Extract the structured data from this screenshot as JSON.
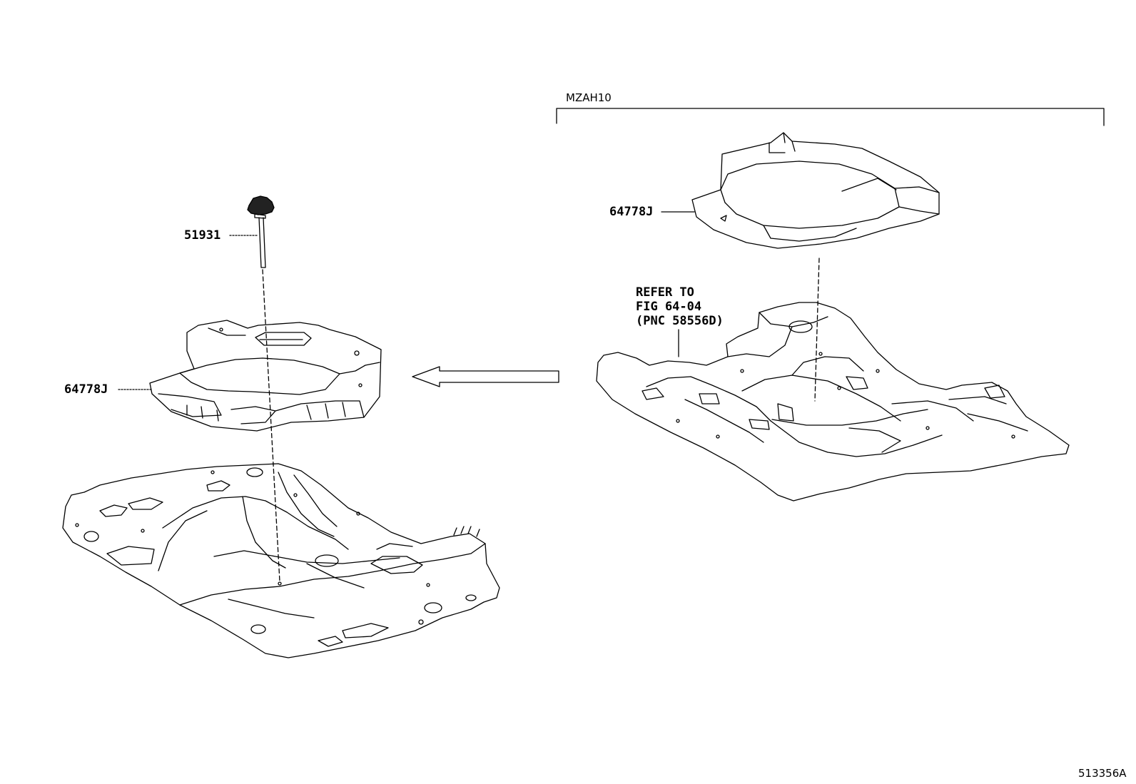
{
  "labels": {
    "part_51931": "51931",
    "part_64778j_left": "64778J",
    "part_64778j_right": "64778J",
    "variant": "MZAH10",
    "refer_line1": "REFER TO",
    "refer_line2": "FIG 64-04",
    "refer_line3": "(PNC 58556D)",
    "figure_id": "513356A"
  }
}
